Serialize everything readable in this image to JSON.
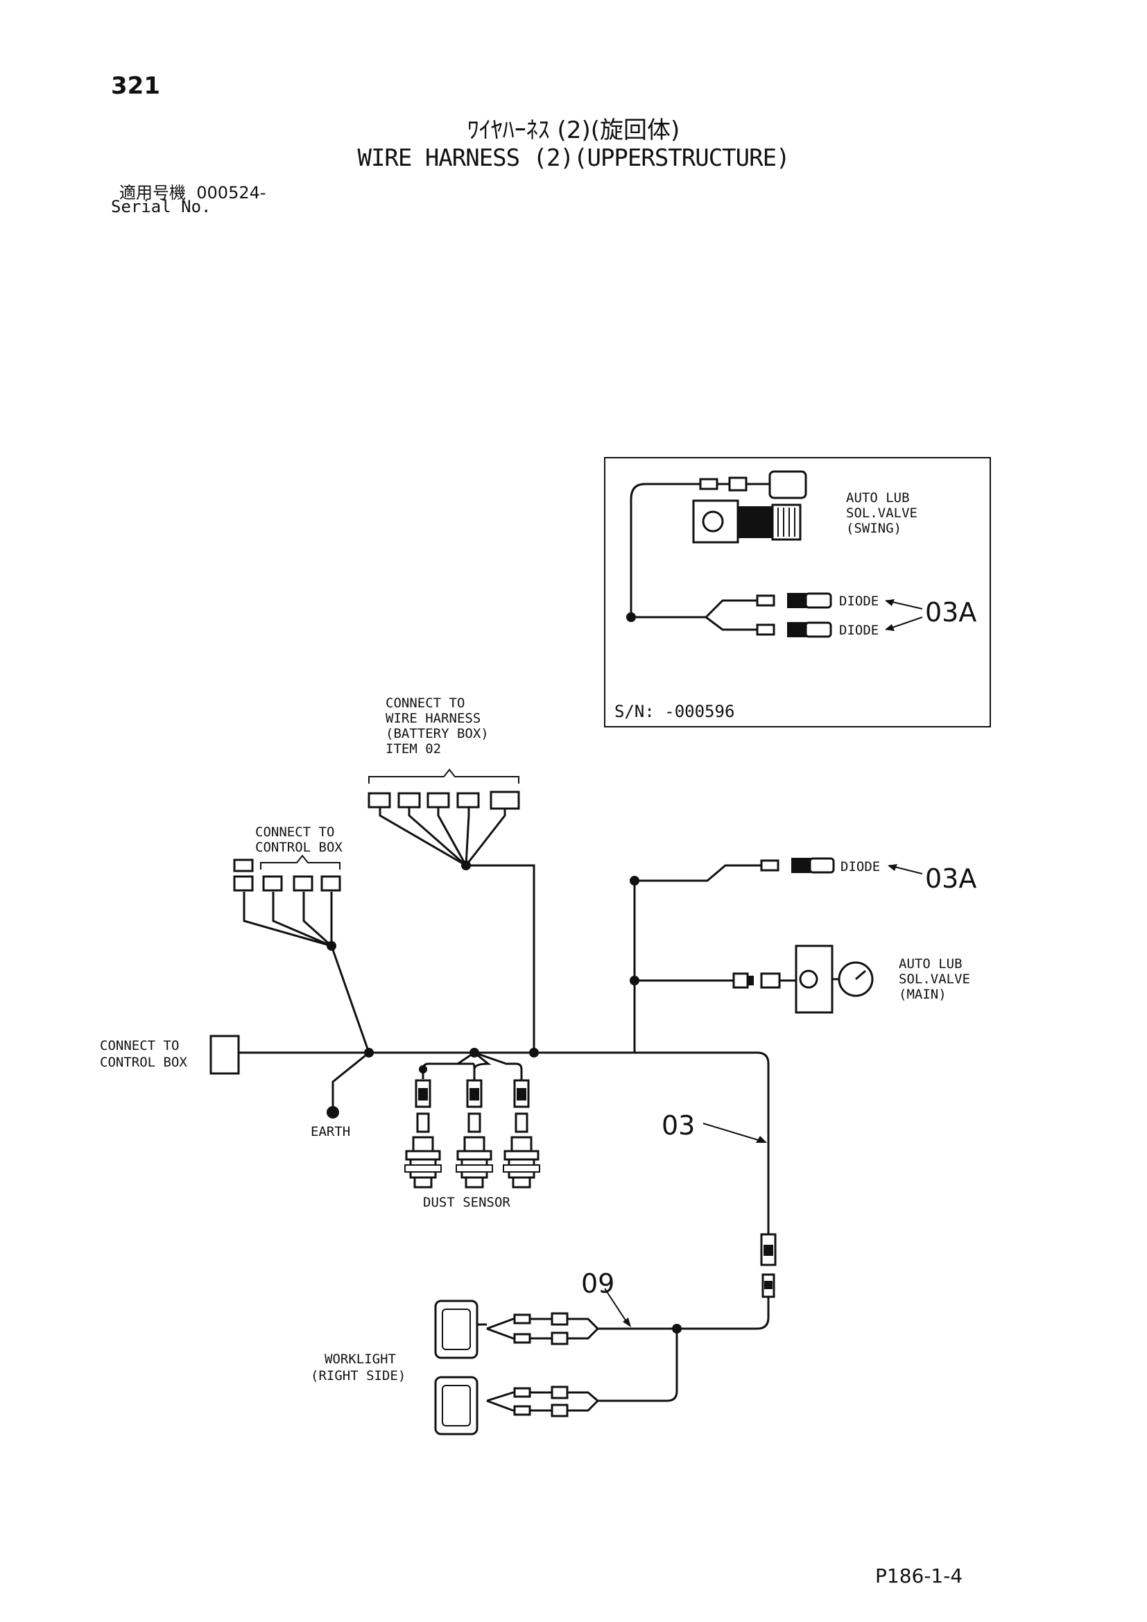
{
  "header": {
    "page_number": "321",
    "title_jp": "ﾜｲﾔﾊｰﾈｽ (2)(旋回体)",
    "title_en": "WIRE HARNESS (2)(UPPERSTRUCTURE)",
    "serial_label_jp": "適用号機  000524-",
    "serial_label_en": "Serial No."
  },
  "inset": {
    "serial_range": "S/N: -000596",
    "valve_label": [
      "AUTO LUB",
      "SOL.VALVE",
      "(SWING)"
    ],
    "diode_1": "DIODE",
    "diode_2": "DIODE",
    "callout": "03A"
  },
  "diagram": {
    "battery_box_label": [
      "CONNECT TO",
      "WIRE HARNESS",
      "(BATTERY BOX)",
      "ITEM 02"
    ],
    "control_box_label_upper": [
      "CONNECT TO",
      "CONTROL BOX"
    ],
    "control_box_label_left": [
      "CONNECT TO",
      "CONTROL BOX"
    ],
    "earth_label": "EARTH",
    "dust_sensor_label": "DUST SENSOR",
    "diode_label": "DIODE",
    "diode_callout": "03A",
    "main_valve_label": [
      "AUTO LUB",
      "SOL.VALVE",
      "(MAIN)"
    ],
    "harness_callout": "03",
    "worklight_callout": "09",
    "worklight_label": [
      "WORKLIGHT",
      "(RIGHT SIDE)"
    ]
  },
  "footer": {
    "code": "P186-1-4"
  }
}
